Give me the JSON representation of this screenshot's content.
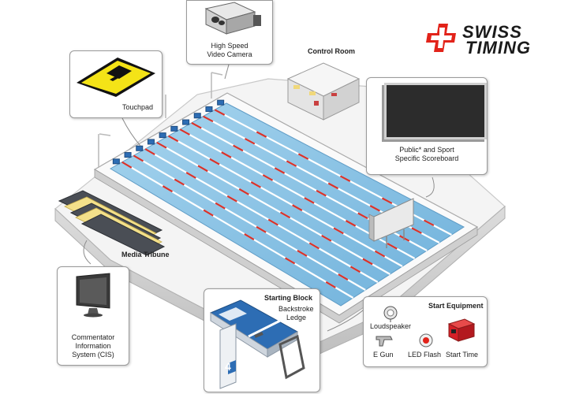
{
  "brand": {
    "line1": "SWISS",
    "line2": "TIMING",
    "accent_color": "#e2231a"
  },
  "labels": {
    "touchpad": "Touchpad",
    "camera_line1": "High Speed",
    "camera_line2": "Video Camera",
    "control_room": "Control Room",
    "scoreboard_line1": "Public* and Sport",
    "scoreboard_line2": "Specific Scoreboard",
    "media_tribune": "Media Tribune",
    "cis_line1": "Commentator",
    "cis_line2": "Information",
    "cis_line3": "System (CIS)",
    "starting_block": "Starting Block",
    "backstroke_line1": "Backstroke",
    "backstroke_line2": "Ledge",
    "block_number": "4",
    "start_equipment": "Start Equipment",
    "loudspeaker": "Loudspeaker",
    "e_gun": "E Gun",
    "led_flash": "LED Flash",
    "start_time": "Start Time"
  },
  "colors": {
    "water": "#8fc6e6",
    "lane_rope_red": "#d8322a",
    "lane_rope_white": "#ffffff",
    "deck": "#f2f2f2",
    "touchpad_yellow": "#f4e317",
    "block_blue": "#2d6db4",
    "start_time_red": "#d42027"
  },
  "icons": [
    "swiss-timing-cross-icon",
    "camera-icon",
    "monitor-icon",
    "loudspeaker-icon",
    "e-gun-icon",
    "led-flash-icon",
    "start-time-device-icon"
  ]
}
